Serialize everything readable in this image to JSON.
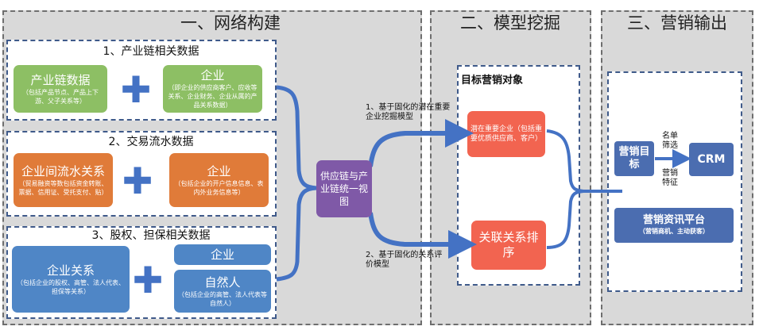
{
  "section1": {
    "title": "一、网络构建",
    "group1": {
      "title": "1、产业链相关数据",
      "left": {
        "label": "产业链数据",
        "desc": "（包括产品节点、产品上下游、父子关系等）"
      },
      "right": {
        "label": "企业",
        "desc": "（即企业的供应商客户、应收等关系、企业财务、企业从属的产品关系数据）"
      }
    },
    "group2": {
      "title": "2、交易流水数据",
      "left": {
        "label": "企业间流水关系",
        "desc": "（贸易融资等数包括资金转账、票据、信用证、受托支付、贴）"
      },
      "right": {
        "label": "企业",
        "desc": "（包括企业的开户信息信息、表内外业务信息等）"
      }
    },
    "group3": {
      "title": "3、股权、担保相关数据",
      "left": {
        "label": "企业关系",
        "desc": "（包括企业的股权、高管、法人代表、担保等关系）"
      },
      "right_top": {
        "label": "企业"
      },
      "right_bottom": {
        "label": "自然人",
        "desc": "（包括企业的高管、法人代表等自然人）"
      }
    },
    "plus_symbol": "✚"
  },
  "center": {
    "label": "供应链与产业链统一视图"
  },
  "section2": {
    "title": "二、模型挖掘",
    "target_title": "目标营销对象",
    "target_top": "潜在重要企业（包括重要优质供应商、客户）",
    "target_bottom": "关联关系排序",
    "arrow_top_label": "1、基于固化的潜在重要企业挖掘模型",
    "arrow_bottom_label": "2、基于固化的关系评价模型"
  },
  "section3": {
    "title": "三、营销输出",
    "goal": "营销目标",
    "crm": "CRM",
    "label_top": "名单筛选",
    "label_bottom": "营销特征",
    "platform_title": "营销资讯平台",
    "platform_desc": "（营销商机、主动获客）"
  },
  "colors": {
    "panel_bg": "#d9d9d9",
    "green": "#8dbf64",
    "orange": "#e07b39",
    "blue": "#4f86c6",
    "purple": "#7f59a7",
    "red": "#f26450",
    "navy": "#4b6db0",
    "arrow": "#4472c4"
  }
}
